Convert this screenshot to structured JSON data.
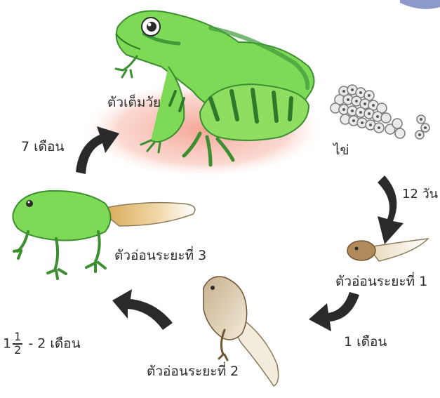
{
  "labels": {
    "adult": "ตัวเต็มวัย",
    "eggs": "ไข่",
    "tadpole_stage_1": "ตัวอ่อนระยะที่ 1",
    "tadpole_stage_2": "ตัวอ่อนระยะที่ 2",
    "tadpole_stage_3": "ตัวอ่อนระยะที่ 3"
  },
  "durations": {
    "eggs_to_stage1": "12 วัน",
    "stage1_to_stage2": "1 เดือน",
    "stage2_to_stage3_whole": "1",
    "stage2_to_stage3_num": "1",
    "stage2_to_stage3_den": "2",
    "stage2_to_stage3_rest": " - 2 เดือน",
    "stage3_to_adult": "7 เดือน"
  },
  "colors": {
    "frog_green": "#7ed957",
    "frog_dark": "#2f9a3a",
    "arrow": "#2a2a2a",
    "glow": "#f6b6a8",
    "tadpole_brown": "#b08a5a",
    "egg": "#e9e9e9"
  }
}
